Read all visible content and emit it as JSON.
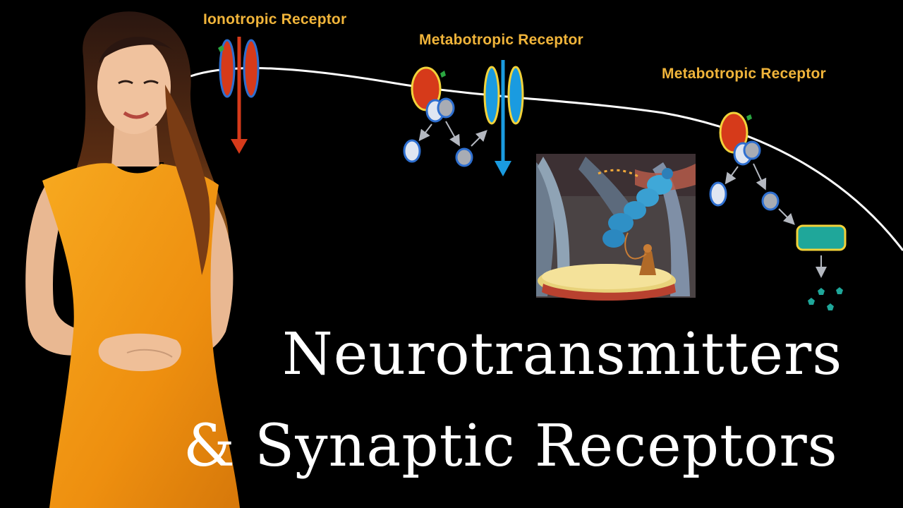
{
  "receptor_labels": {
    "ionotropic": "Ionotropic Receptor",
    "metabotropic_a": "Metabotropic Receptor",
    "metabotropic_b": "Metabotropic Receptor"
  },
  "title": {
    "line1": "Neurotransmitters",
    "line2": "& Synaptic Receptors"
  },
  "colors": {
    "background": "#000000",
    "label_text": "#f0b43a",
    "title_text": "#ffffff",
    "membrane": "#ffffff",
    "receptor_red": "#d63a1a",
    "receptor_outline_blue": "#2e6fd0",
    "channel_blue": "#1a9be0",
    "channel_outline_yellow": "#f2d23a",
    "g_protein_light": "#dfe6f2",
    "g_protein_grey": "#a8acb4",
    "effector_teal": "#1fa79a",
    "ligand_green": "#2aa640",
    "dress_orange": "#f29a16"
  },
  "icons": {
    "membrane": "cell-membrane-curve",
    "ionotropic": "ion-channel-icon",
    "metabotropic": "g-protein-coupled-receptor-icon",
    "effector": "effector-enzyme-icon",
    "messenger": "second-messenger-icon",
    "illustration": "caterpillar-hookah-illustration",
    "presenter": "presenter-photo"
  }
}
